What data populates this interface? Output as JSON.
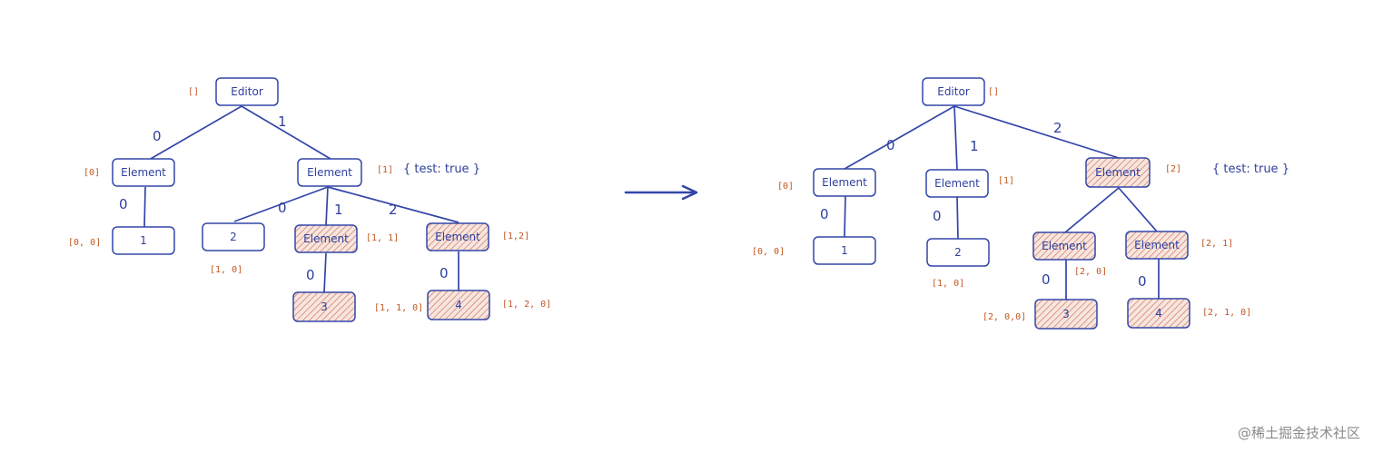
{
  "colors": {
    "stroke": "#3346a8",
    "text": "#2e3f9e",
    "path": "#c2551f",
    "hatch": "#d9826a",
    "hatch_bg": "#f6e6e0"
  },
  "watermark": "@稀土掘金技术社区",
  "left_tree": {
    "nodes": [
      {
        "id": "editor",
        "label": "Editor",
        "path": "[]",
        "highlighted": false
      },
      {
        "id": "el0",
        "label": "Element",
        "path": "[0]",
        "highlighted": false
      },
      {
        "id": "el1",
        "label": "Element",
        "path": "[1]",
        "prop": "{ test: true }",
        "highlighted": false
      },
      {
        "id": "t1",
        "label": "1",
        "path": "[0, 0]",
        "highlighted": false
      },
      {
        "id": "t2",
        "label": "2",
        "path": "[1, 0]",
        "highlighted": false
      },
      {
        "id": "el11",
        "label": "Element",
        "path": "[1, 1]",
        "highlighted": true
      },
      {
        "id": "el12",
        "label": "Element",
        "path": "[1,2]",
        "highlighted": true
      },
      {
        "id": "t3",
        "label": "3",
        "path": "[1, 1, 0]",
        "highlighted": true
      },
      {
        "id": "t4",
        "label": "4",
        "path": "[1, 2, 0]",
        "highlighted": true
      }
    ],
    "edges": [
      {
        "from": "editor",
        "to": "el0",
        "label": "0"
      },
      {
        "from": "editor",
        "to": "el1",
        "label": "1"
      },
      {
        "from": "el0",
        "to": "t1",
        "label": "0"
      },
      {
        "from": "el1",
        "to": "t2",
        "label": "0"
      },
      {
        "from": "el1",
        "to": "el11",
        "label": "1"
      },
      {
        "from": "el1",
        "to": "el12",
        "label": "2"
      },
      {
        "from": "el11",
        "to": "t3",
        "label": "0"
      },
      {
        "from": "el12",
        "to": "t4",
        "label": "0"
      }
    ]
  },
  "right_tree": {
    "nodes": [
      {
        "id": "editor",
        "label": "Editor",
        "path": "[]",
        "highlighted": false
      },
      {
        "id": "el0",
        "label": "Element",
        "path": "[0]",
        "highlighted": false
      },
      {
        "id": "el1",
        "label": "Element",
        "path": "[1]",
        "highlighted": false
      },
      {
        "id": "el2",
        "label": "Element",
        "path": "[2]",
        "prop": "{ test: true }",
        "highlighted": true
      },
      {
        "id": "t1",
        "label": "1",
        "path": "[0, 0]",
        "highlighted": false
      },
      {
        "id": "t2",
        "label": "2",
        "path": "[1, 0]",
        "highlighted": false
      },
      {
        "id": "el20",
        "label": "Element",
        "path": "[2, 0]",
        "highlighted": true
      },
      {
        "id": "el21",
        "label": "Element",
        "path": "[2, 1]",
        "highlighted": true
      },
      {
        "id": "t3",
        "label": "3",
        "path": "[2, 0,0]",
        "highlighted": true
      },
      {
        "id": "t4",
        "label": "4",
        "path": "[2, 1, 0]",
        "highlighted": true
      }
    ],
    "edges": [
      {
        "from": "editor",
        "to": "el0",
        "label": "0"
      },
      {
        "from": "editor",
        "to": "el1",
        "label": "1"
      },
      {
        "from": "editor",
        "to": "el2",
        "label": "2"
      },
      {
        "from": "el0",
        "to": "t1",
        "label": "0"
      },
      {
        "from": "el1",
        "to": "t2",
        "label": "0"
      },
      {
        "from": "el2",
        "to": "el20",
        "label": ""
      },
      {
        "from": "el2",
        "to": "el21",
        "label": ""
      },
      {
        "from": "el20",
        "to": "t3",
        "label": "0"
      },
      {
        "from": "el21",
        "to": "t4",
        "label": "0"
      }
    ]
  }
}
